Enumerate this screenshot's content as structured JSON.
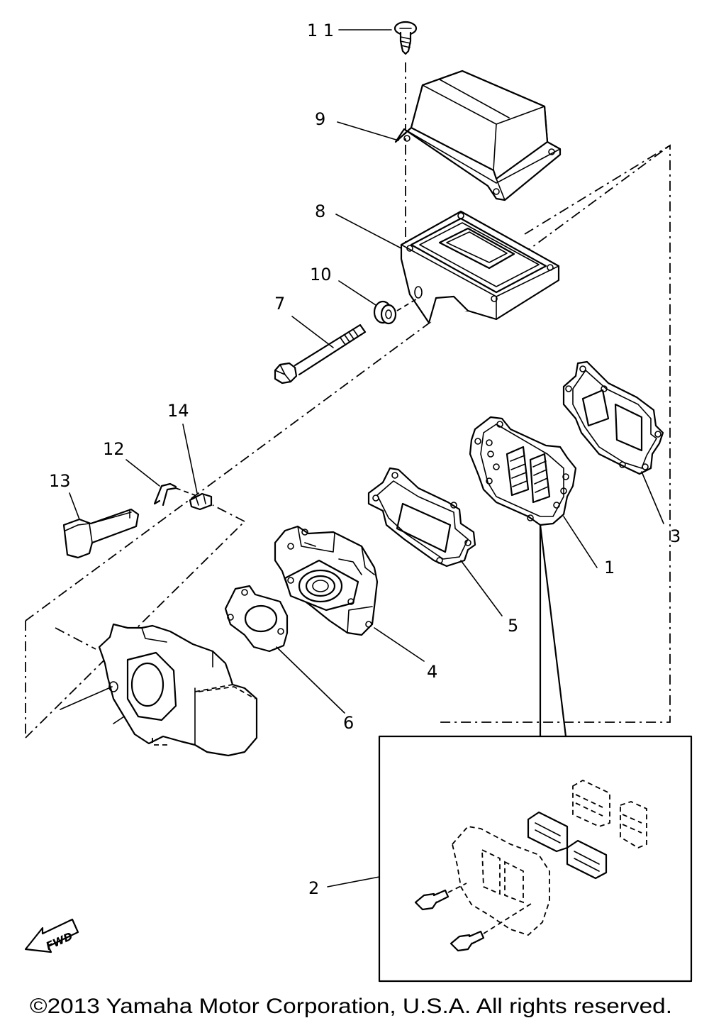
{
  "callouts": {
    "c1": "1",
    "c2": "2",
    "c3": "3",
    "c4": "4",
    "c5": "5",
    "c6": "6",
    "c7": "7",
    "c8": "8",
    "c9": "9",
    "c10": "10",
    "c11": "1 1",
    "c12": "12",
    "c13": "13",
    "c14": "14"
  },
  "fwd_label": "FWD",
  "copyright": "©2013 Yamaha Motor Corporation, U.S.A. All rights reserved."
}
